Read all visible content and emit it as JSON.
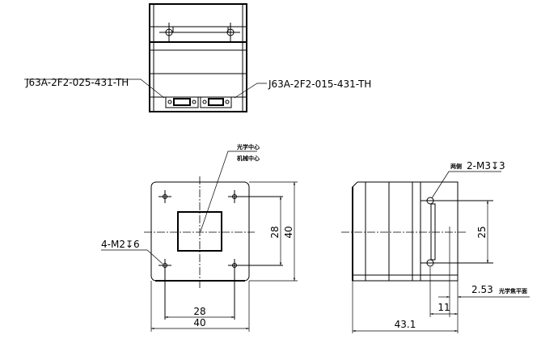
{
  "top_view": {
    "connector_left_label": "J63A-2F2-025-431-TH",
    "connector_right_label": "J63A-2F2-015-431-TH"
  },
  "front_view": {
    "optical_center_label": "光学中心",
    "mechanical_center_label": "机械中心",
    "hole_spec": "4-M2↧6",
    "dim_hole_vertical": "28",
    "dim_body_vertical": "40",
    "dim_hole_horizontal": "28",
    "dim_body_horizontal": "40"
  },
  "side_view": {
    "both_sides_label": "两侧",
    "hole_spec": "2-M3↧3",
    "dim_hole_spacing": "25",
    "dim_focal": "2.53",
    "focal_plane_label": "光学焦平面",
    "dim_mount": "11",
    "dim_length": "43.1"
  }
}
